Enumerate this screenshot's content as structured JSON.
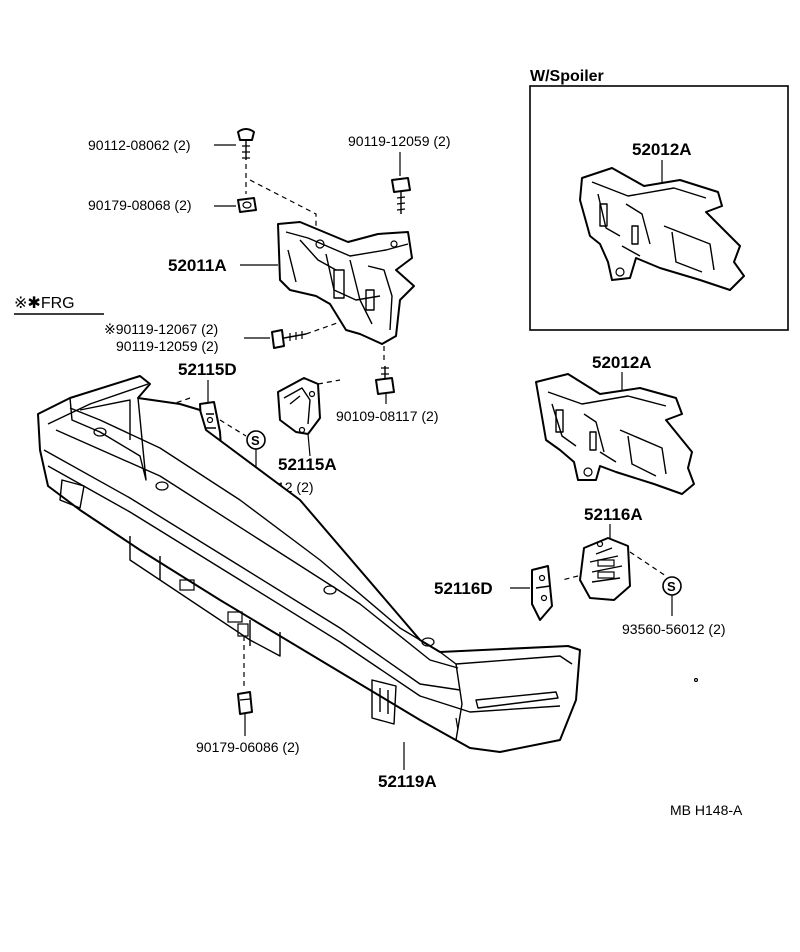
{
  "labels": {
    "wspoiler": "W/Spoiler",
    "p52012a_top": "52012A",
    "p90119_12059_top": "90119-12059 (2)",
    "p90112_08062": "90112-08062 (2)",
    "p90179_08068": "90179-08068 (2)",
    "p52011a": "52011A",
    "frg": "※✱FRG",
    "p90119_12067": "※90119-12067 (2)",
    "p90119_12059_mid": "90119-12059 (2)",
    "p52115d": "52115D",
    "p90109_08117": "90109-08117 (2)",
    "p52115a": "52115A",
    "p93568_15012": "93568-15012 (2)",
    "p52012a_mid": "52012A",
    "p52116a": "52116A",
    "p52116d": "52116D",
    "p93560_56012": "93560-56012 (2)",
    "p90179_06086": "90179-06086 (2)",
    "p52119a": "52119A",
    "ref": "MB  H148-A",
    "s_mark": "S"
  }
}
